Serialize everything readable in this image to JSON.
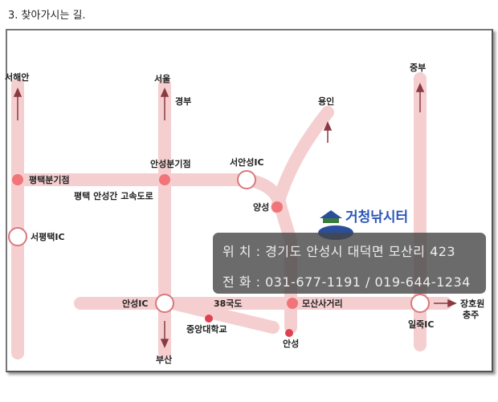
{
  "heading": "3. 찾아가시는 길.",
  "logo_text": "거청낚시터",
  "labels": {
    "seohaean": "서해안",
    "seoul": "서울",
    "gyeongbu": "경부",
    "jungbu": "중부",
    "yongin": "용인",
    "pyeongtaek_junction": "평택분기점",
    "anseong_junction": "안성분기점",
    "seoanseong_ic": "서안성IC",
    "highway": "평택 안성간 고속도로",
    "yangseong": "양성",
    "seopyeongtaek_ic": "서평택IC",
    "anseong_ic": "안성IC",
    "route38": "38국도",
    "chungang_univ": "중앙대학교",
    "busan": "부산",
    "mosan_intersection": "모산사거리",
    "anseong": "안성",
    "iljuk_ic": "일죽IC",
    "janghowon": "장호원",
    "chungju": "충주"
  },
  "info": {
    "location": "위 치 : 경기도 안성시 대덕면 모산리 423",
    "phone": "전 화 : 031-677-1191 / 019-644-1234"
  },
  "colors": {
    "road": "#f5cfd0",
    "dot": "#f07478",
    "ring": "#d9787c",
    "arrow": "#8a3a40"
  }
}
